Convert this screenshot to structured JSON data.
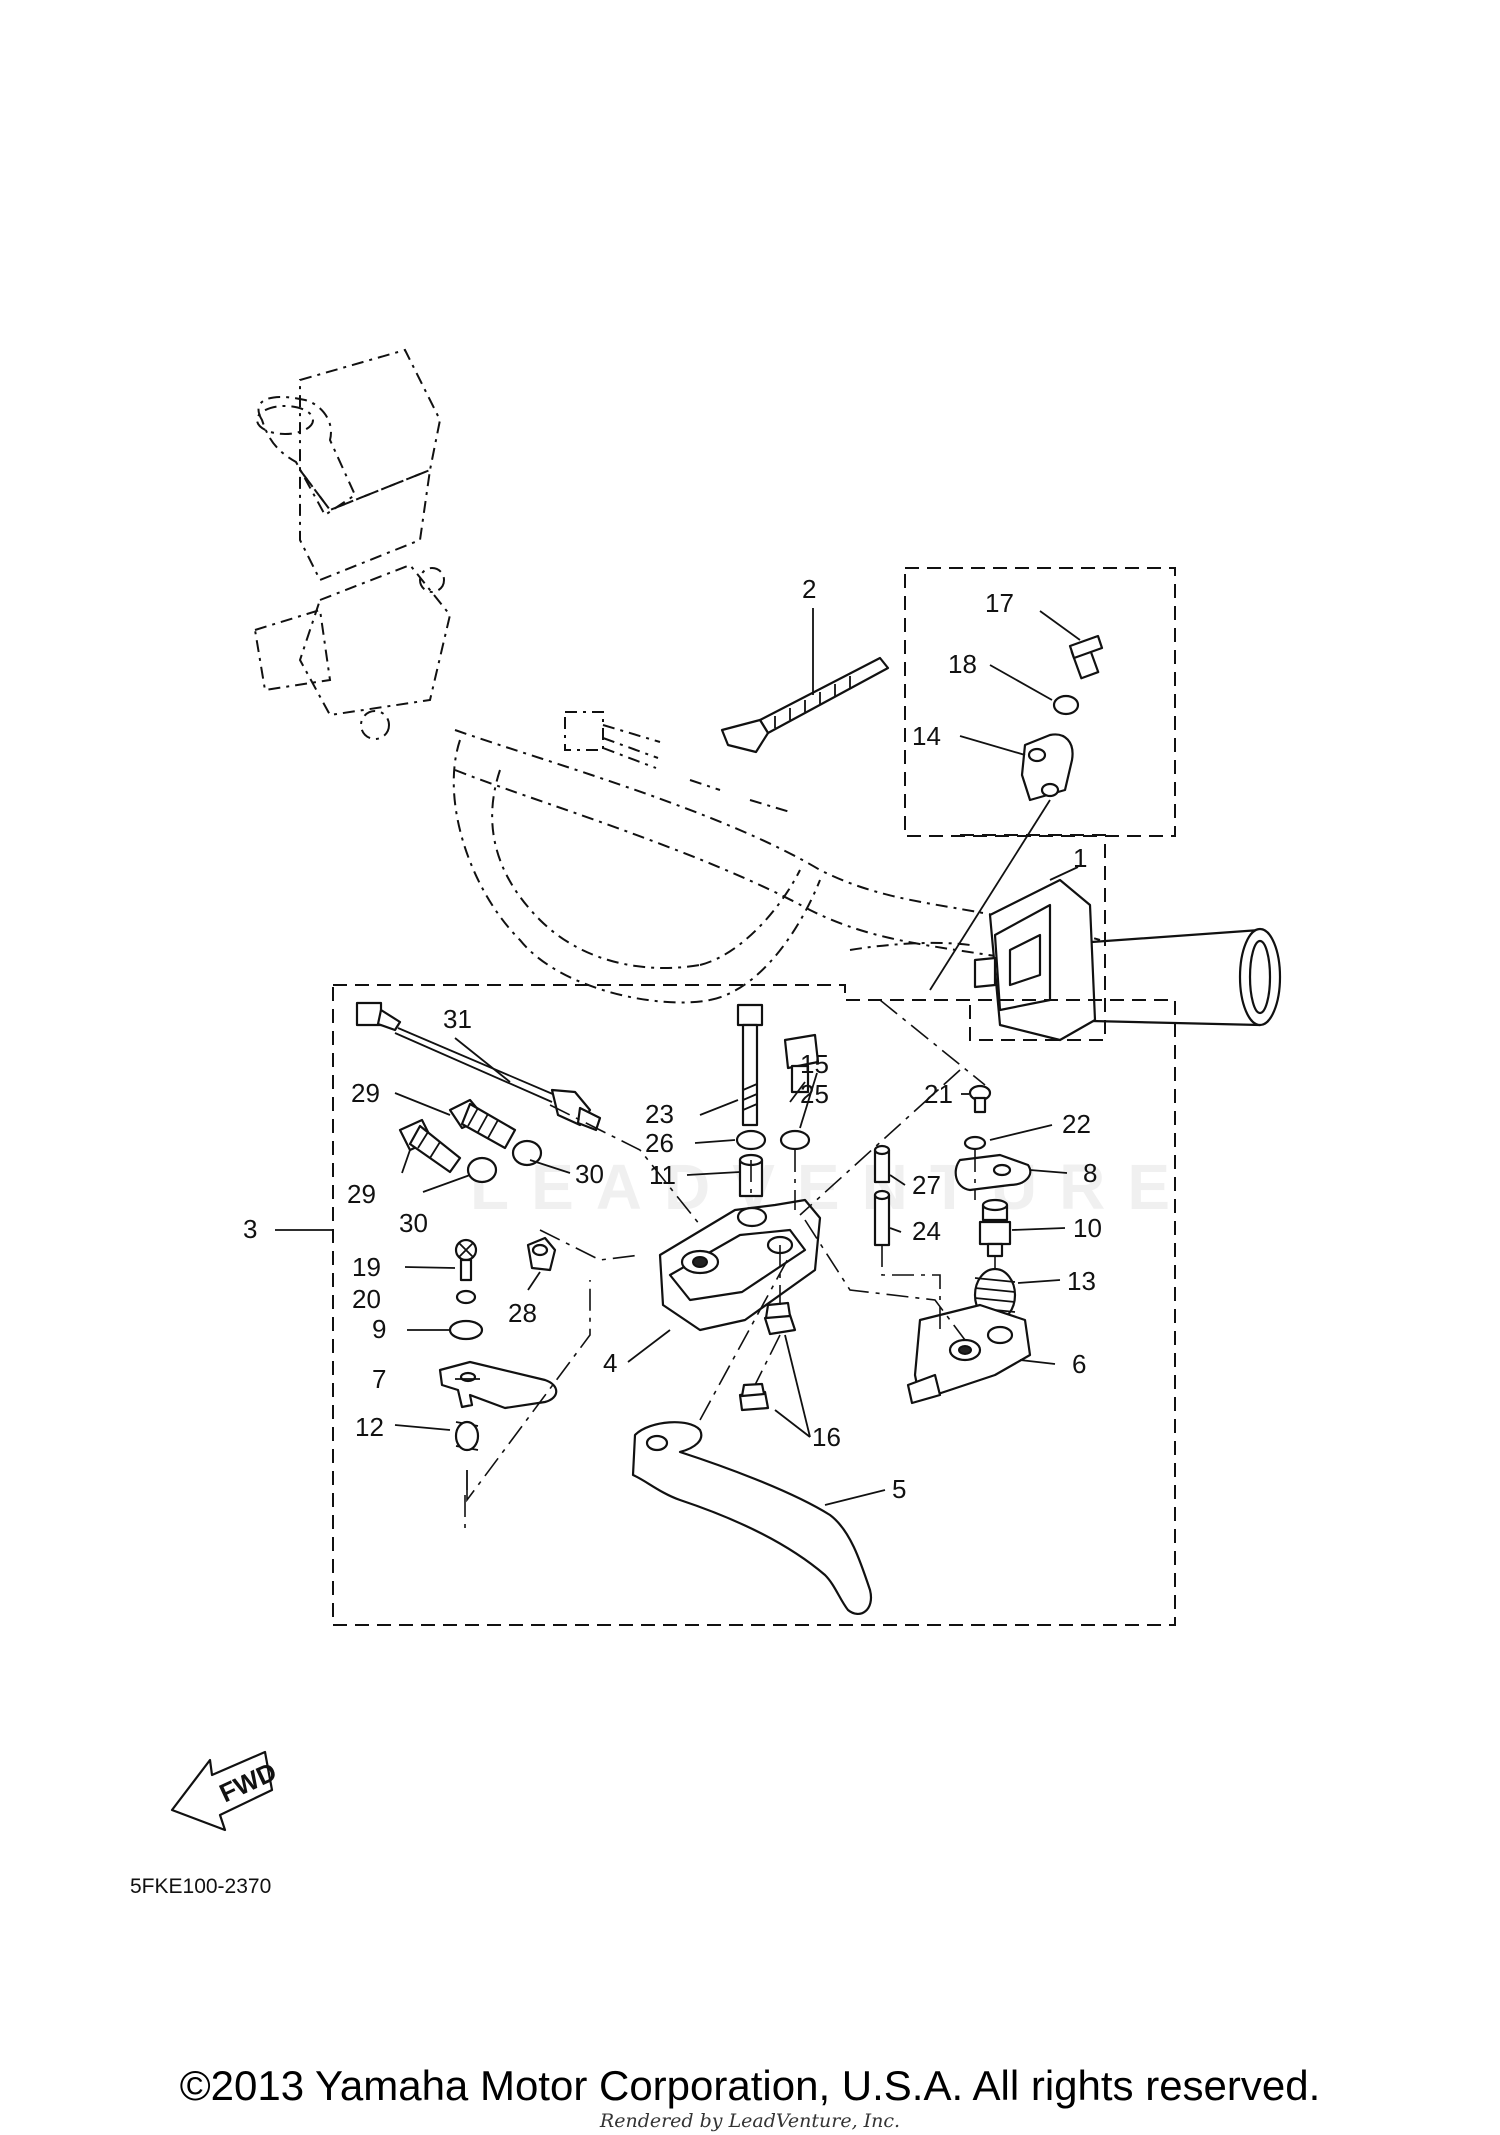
{
  "diagram": {
    "code": "5FKE100-2370",
    "fwd_label": "FWD",
    "watermark": "LEADVENTURE",
    "copyright": "©2013 Yamaha Motor Corporation, U.S.A. All rights reserved.",
    "rendered_by": "Rendered by LeadVenture, Inc."
  },
  "callouts": {
    "p1": "1",
    "p2": "2",
    "p3": "3",
    "p4": "4",
    "p5": "5",
    "p6": "6",
    "p7": "7",
    "p8": "8",
    "p9": "9",
    "p10": "10",
    "p11": "11",
    "p12": "12",
    "p13": "13",
    "p14": "14",
    "p15": "15",
    "p16": "16",
    "p17": "17",
    "p18": "18",
    "p19": "19",
    "p20": "20",
    "p21": "21",
    "p22": "22",
    "p23": "23",
    "p24": "24",
    "p25": "25",
    "p26": "26",
    "p27": "27",
    "p28": "28",
    "p29a": "29",
    "p29b": "29",
    "p30a": "30",
    "p30b": "30",
    "p31": "31"
  }
}
